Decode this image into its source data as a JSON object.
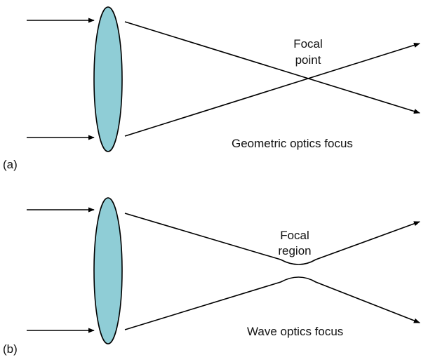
{
  "colors": {
    "lens_fill": "#8fcdd6",
    "ray": "#000000",
    "text": "#111111"
  },
  "panel_a": {
    "tag": "(a)",
    "focus_label_line1": "Focal",
    "focus_label_line2": "point",
    "caption": "Geometric optics focus"
  },
  "panel_b": {
    "tag": "(b)",
    "focus_label_line1": "Focal",
    "focus_label_line2": "region",
    "caption": "Wave optics focus"
  }
}
